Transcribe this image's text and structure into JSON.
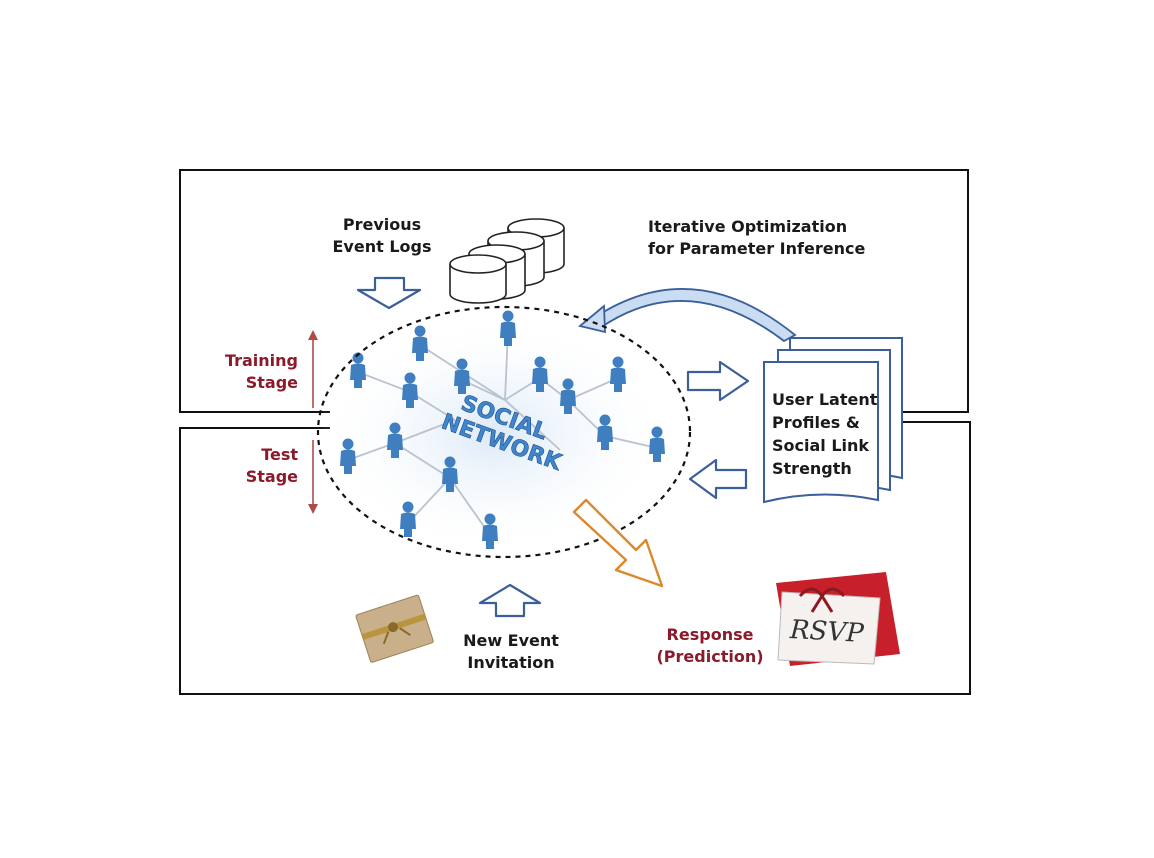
{
  "labels": {
    "previous_event_logs": [
      "Previous",
      "Event Logs"
    ],
    "iterative_optimization": [
      "Iterative Optimization",
      "for Parameter Inference"
    ],
    "training_stage": [
      "Training",
      "Stage"
    ],
    "test_stage": [
      "Test",
      "Stage"
    ],
    "profiles": [
      "User Latent",
      "Profiles &",
      "Social Link",
      "Strength"
    ],
    "new_event_invitation": [
      "New Event",
      "Invitation"
    ],
    "response_prediction": [
      "Response",
      "(Prediction)"
    ],
    "network_word_1": "SOCIAL",
    "network_word_2": "NETWORK",
    "rsvp_card": "RSVP"
  },
  "colors": {
    "frame": "#111111",
    "stage_text": "#8b1a2b",
    "stage_arrow": "#b04a4a",
    "hollow_arrow_stroke": "#3b5f9a",
    "prediction_arrow": "#d98a2b",
    "person": "#3f7fc0",
    "network_text": "#3f86cf",
    "rsvp_card": "#c8202a"
  }
}
